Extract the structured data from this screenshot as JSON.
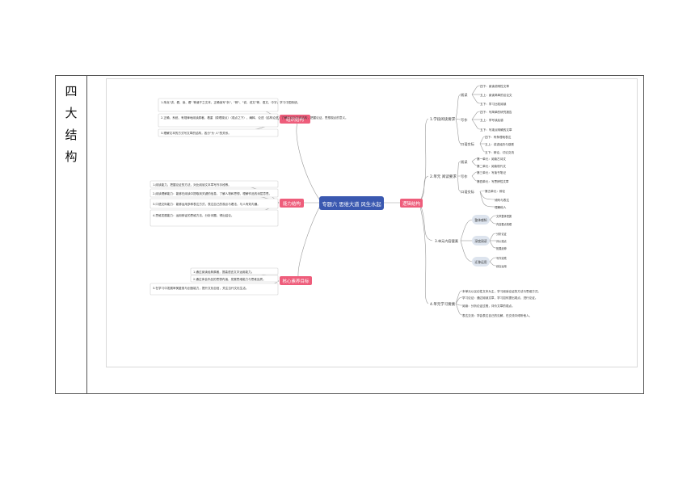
{
  "row_label": [
    "四",
    "大",
    "结",
    "构"
  ],
  "center": "专题六 思维大道 风生水起",
  "left_branches": {
    "b1": {
      "label": "组织结构",
      "leaves": [
        "1.朱熹\"讲、看、读、看\" 等诸子之文本，正确读写\"析\"、\"辨\"、\"说、说文\"等，语文、中字；学习中国传统。",
        "2.正确、系统、有规律地阅读原著，着重（原理观点）（观点之下），阐释、论述（结构论述）了解论证与文本结构，把握论证，思想观点的意义。",
        "3.理解文本的方式写文章的结构，各分\"头·人\"的关系。"
      ]
    },
    "b2": {
      "label": "能力结构",
      "leaves": [
        "1.阅读能力，把握论证的方法，对比阅读文本章写作手段等。",
        "2.阅读理解能力：能够在阅读中提取到关键的信息，了解人物和思想，理解作品的深层意思。",
        "3.口语交际能力：能够运用多种表达方式，表达自己的观点与看法，与人有效沟通。",
        "4.思维发展能力：运用辩证的思维方法，分析问题，得出结论。"
      ]
    },
    "b3": {
      "label": "核心素养目标",
      "leaves": [
        "1.通过阅读经典原著，提高语言文字运用能力。",
        "2.通过体会作品的思想内涵，发展思维能力与思维品质。",
        "3.在学习中发展审美鉴赏与创造能力，提升文化自信，关注当代文化生活。"
      ]
    }
  },
  "right_branch": {
    "label": "逻辑结构",
    "section1": {
      "title": "1.学段阅读要求",
      "groups": [
        {
          "name": "阅读",
          "items": [
            "四下：阅读说明性文章",
            "五上：阅读简单的议论文",
            "五下：学习比较阅读"
          ]
        },
        {
          "name": "写作",
          "items": [
            "四下：写简单的研究报告",
            "五上：学写读后感",
            "五下：写观点明确的文章"
          ]
        },
        {
          "name": "口语交际",
          "items": [
            "四下：有条理地表达",
            "五上：讲述经历与感受",
            "五下：辩论，讨论交流"
          ]
        }
      ]
    },
    "section2": {
      "title": "2.单元 阅读要求",
      "groups": [
        {
          "name": "阅读",
          "items": [
            "第一单元：阅读古诗文",
            "第二单元：阅读现代文"
          ]
        },
        {
          "name": "写作",
          "items": [
            "第三单元：写读书笔记",
            "第四单元：写思辨性文章"
          ]
        },
        {
          "name": "口语交际",
          "items": [
            "第五单元：辩论",
            "倾听与表达",
            "理解他人"
          ]
        }
      ]
    },
    "section3": {
      "title": "3.单元内容要素",
      "groups": [
        {
          "name": "整体感知",
          "items": [
            "文章整体把握",
            "内容要点梳理"
          ]
        },
        {
          "name": "深度阅读",
          "items": [
            "分析论证",
            "评价观点",
            "拓展延伸"
          ]
        },
        {
          "name": "迁移运用",
          "items": [
            "写作实践",
            "综合运用"
          ]
        }
      ]
    },
    "section4": {
      "title": "4.单元学习要素",
      "items": [
        "本单元以议论性文本为主，学习阅读论证的方法与思维方式。",
        "学习论证：通过阅读文章，学习如何提出观点、进行论证。",
        "阅读：分析论证过程，评价文章的观点。",
        "表达交流：学会表达自己的见解，在交流中倾听他人。"
      ]
    }
  },
  "colors": {
    "accent_red": "#ee5d7b",
    "center_blue": "#3a58b0",
    "line_gray": "#9a9a9a"
  }
}
